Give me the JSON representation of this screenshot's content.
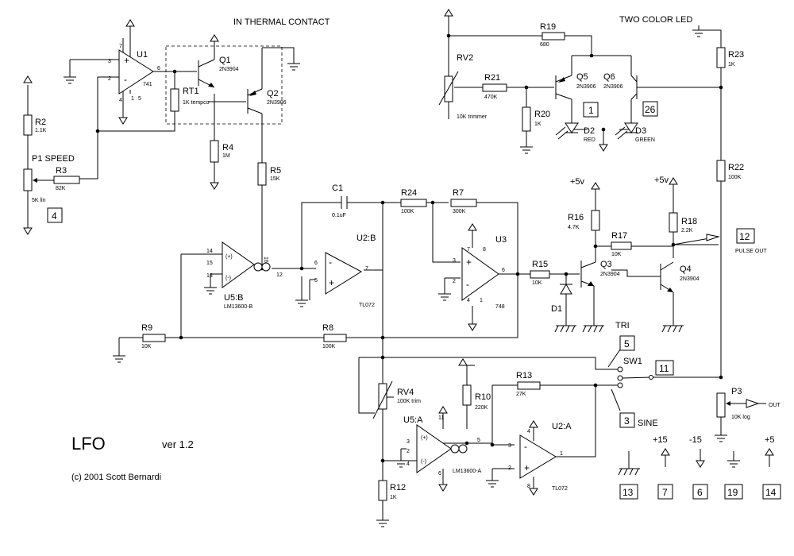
{
  "title": "LFO",
  "version": "ver 1.2",
  "copyright": "(c) 2001 Scott Bernardi",
  "annotations": {
    "thermal": "IN THERMAL CONTACT",
    "led": "TWO COLOR LED",
    "speed": "P1 SPEED",
    "tri": "TRI",
    "sine": "SINE",
    "pulse_out": "PULSE OUT",
    "out": "OUT",
    "plus5_a": "+5v",
    "plus5_b": "+5v"
  },
  "components": {
    "u1": {
      "ref": "U1",
      "val": "741"
    },
    "q1": {
      "ref": "Q1",
      "val": "2N3904"
    },
    "q2": {
      "ref": "Q2",
      "val": "2N3906"
    },
    "rt1": {
      "ref": "RT1",
      "val": "1K tempco"
    },
    "r2": {
      "ref": "R2",
      "val": "1.1K"
    },
    "r3": {
      "ref": "R3",
      "val": "82K"
    },
    "p1": {
      "val": "5K lin"
    },
    "r4": {
      "ref": "R4",
      "val": "1M"
    },
    "r5": {
      "ref": "R5",
      "val": "15K"
    },
    "c1": {
      "ref": "C1",
      "val": "0.1uF"
    },
    "r24": {
      "ref": "R24",
      "val": "100K"
    },
    "r7": {
      "ref": "R7",
      "val": "300K"
    },
    "u3": {
      "ref": "U3",
      "val": "748"
    },
    "u2b": {
      "ref": "U2:B",
      "val": "TL072"
    },
    "u5b": {
      "ref": "U5:B",
      "val": "LM13600-B"
    },
    "r9": {
      "ref": "R9",
      "val": "10K"
    },
    "r8": {
      "ref": "R8",
      "val": "100K"
    },
    "r15": {
      "ref": "R15",
      "val": "10K"
    },
    "d1": {
      "ref": "D1"
    },
    "q3": {
      "ref": "Q3",
      "val": "2N3904"
    },
    "r16": {
      "ref": "R16",
      "val": "4.7K"
    },
    "r17": {
      "ref": "R17",
      "val": "10K"
    },
    "r18": {
      "ref": "R18",
      "val": "2.2K"
    },
    "q4": {
      "ref": "Q4",
      "val": "2N3904"
    },
    "rv2": {
      "ref": "RV2",
      "val": "10K trimmer"
    },
    "r19": {
      "ref": "R19",
      "val": "680"
    },
    "r21": {
      "ref": "R21",
      "val": "470K"
    },
    "r20": {
      "ref": "R20",
      "val": "1K"
    },
    "q5": {
      "ref": "Q5",
      "val": "2N3906"
    },
    "q6": {
      "ref": "Q6",
      "val": "2N3906"
    },
    "d2": {
      "ref": "D2",
      "val": "RED"
    },
    "d3": {
      "ref": "D3",
      "val": "GREEN"
    },
    "r23": {
      "ref": "R23",
      "val": "1K"
    },
    "r22": {
      "ref": "R22",
      "val": "100K"
    },
    "p3": {
      "ref": "P3",
      "val": "10K log"
    },
    "sw1": {
      "ref": "SW1"
    },
    "rv4": {
      "ref": "RV4",
      "val": "100K trim"
    },
    "r10": {
      "ref": "R10",
      "val": "220K"
    },
    "r13": {
      "ref": "R13",
      "val": "27K"
    },
    "u5a": {
      "ref": "U5:A",
      "val": "LM13600-A"
    },
    "u2a": {
      "ref": "U2:A",
      "val": "TL072"
    },
    "r12": {
      "ref": "R12",
      "val": "1K"
    }
  },
  "pins": {
    "u1": [
      "3",
      "2",
      "7",
      "6",
      "4",
      "1",
      "5"
    ],
    "u5b": [
      "14",
      "15",
      "13",
      "16",
      "12"
    ],
    "u2b": [
      "6",
      "5",
      "7"
    ],
    "u3": [
      "3",
      "2",
      "7",
      "8",
      "6",
      "4",
      "1"
    ],
    "u5a": [
      "3",
      "2",
      "4",
      "11",
      "5",
      "6"
    ],
    "u2a": [
      "3",
      "2",
      "4",
      "8",
      "1"
    ]
  },
  "terminals": {
    "t1": "1",
    "t26": "26",
    "t4": "4",
    "t12": "12",
    "t5": "5",
    "t11": "11",
    "t3": "3",
    "t13": "13",
    "t7": "7",
    "t6": "6",
    "t19": "19",
    "t14": "14"
  },
  "supplies": {
    "plus15": "+15",
    "minus15": "-15",
    "plus5": "+5"
  }
}
